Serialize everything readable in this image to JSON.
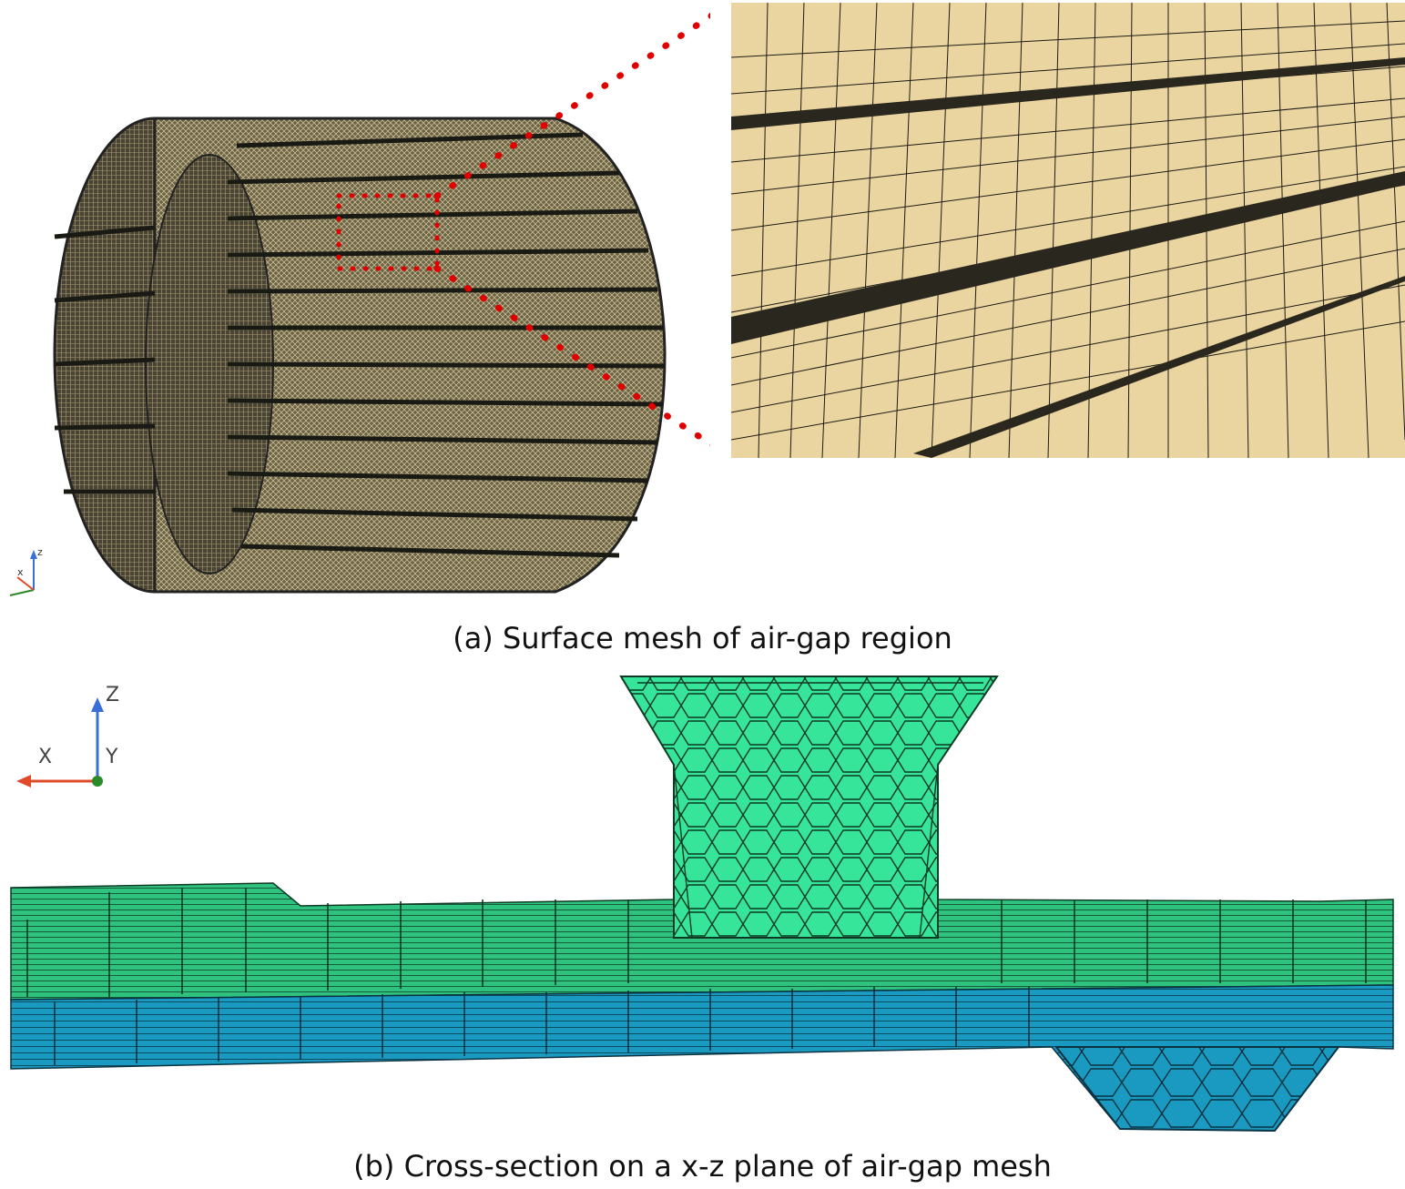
{
  "figure": {
    "panel_a": {
      "caption": "(a) Surface mesh of air-gap region",
      "triad_labels": {
        "z": "z",
        "x": "x"
      }
    },
    "panel_b": {
      "caption": "(b) Cross-section on a x-z plane of air-gap mesh",
      "triad_labels": {
        "z": "Z",
        "x": "X",
        "y": "Y"
      }
    }
  },
  "colors": {
    "mesh_dark": "#2a2a22",
    "mesh_light": "#c8b98a",
    "zoom_face": "#ead5a0",
    "callout": "#e10000",
    "green_region": "#2ec27e",
    "green_light": "#36e59a",
    "blue_region": "#1a9ac0",
    "axis_z": "#3a6fd8",
    "axis_x": "#e04a2a",
    "axis_y": "#2a8a2a"
  },
  "icons": [
    "cylinder-mesh-icon",
    "zoom-mesh-icon",
    "axis-triad-icon",
    "cross-section-mesh-icon"
  ]
}
